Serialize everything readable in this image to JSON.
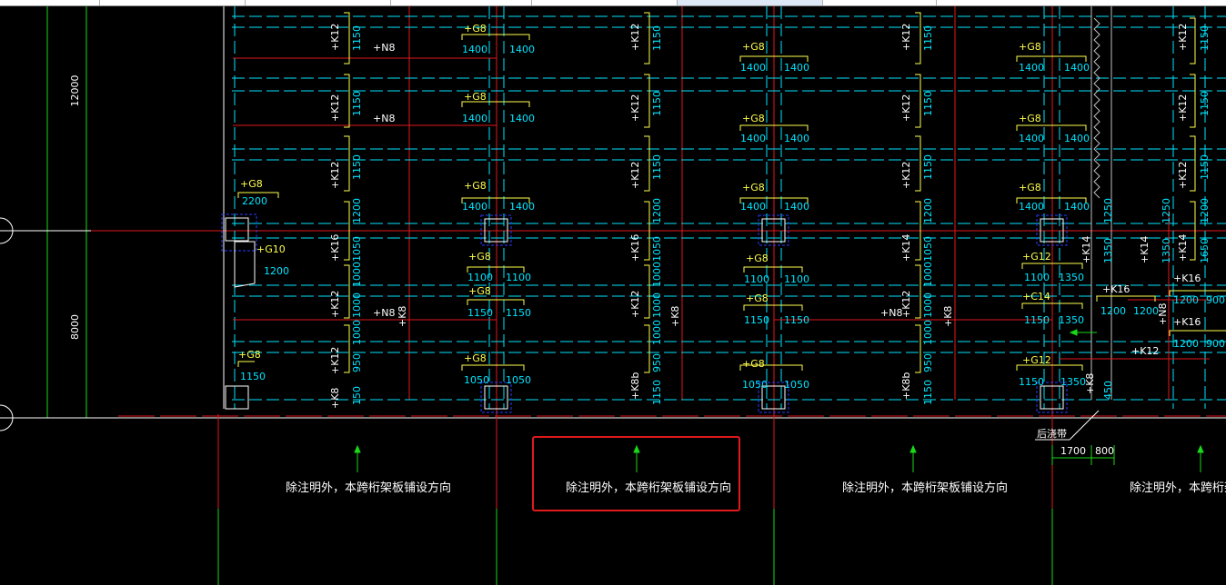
{
  "colors": {
    "background": "#000000",
    "grid": "#00e5ff",
    "axis": "#e0191b",
    "dim_green": "#19d919",
    "rebar_label": "#ffff4d",
    "text": "#ffffff",
    "highlight": "#e0191b"
  },
  "dimensions_left": [
    "12000",
    "8000"
  ],
  "dimensions_bottom": [
    "1700",
    "800"
  ],
  "note_text": "除注明外，本跨桁架板铺设方向",
  "note_text_cut": "除注明外，本跨桁架板铺",
  "post_pour_band": "后浇带",
  "labels": {
    "g8": "+G8",
    "n8": "+N8",
    "k8": "+K8",
    "k12": "+K12",
    "k14": "+K14",
    "k16": "+K16",
    "g12": "+G12",
    "c14": "+C14",
    "k8b": "+K8b",
    "g10": "+G10",
    "n8v": "+N8"
  },
  "vals": {
    "v1400": "1400",
    "v1150": "1150",
    "v1100": "1100",
    "v1050": "1050",
    "v2200": "2200",
    "v1200": "1200",
    "v1350": "1350",
    "v1250": "1250",
    "v1000": "1000",
    "v950": "950",
    "v900": "900",
    "v450": "450",
    "v150": "150",
    "v1650": "1650",
    "v1700": "1700"
  }
}
